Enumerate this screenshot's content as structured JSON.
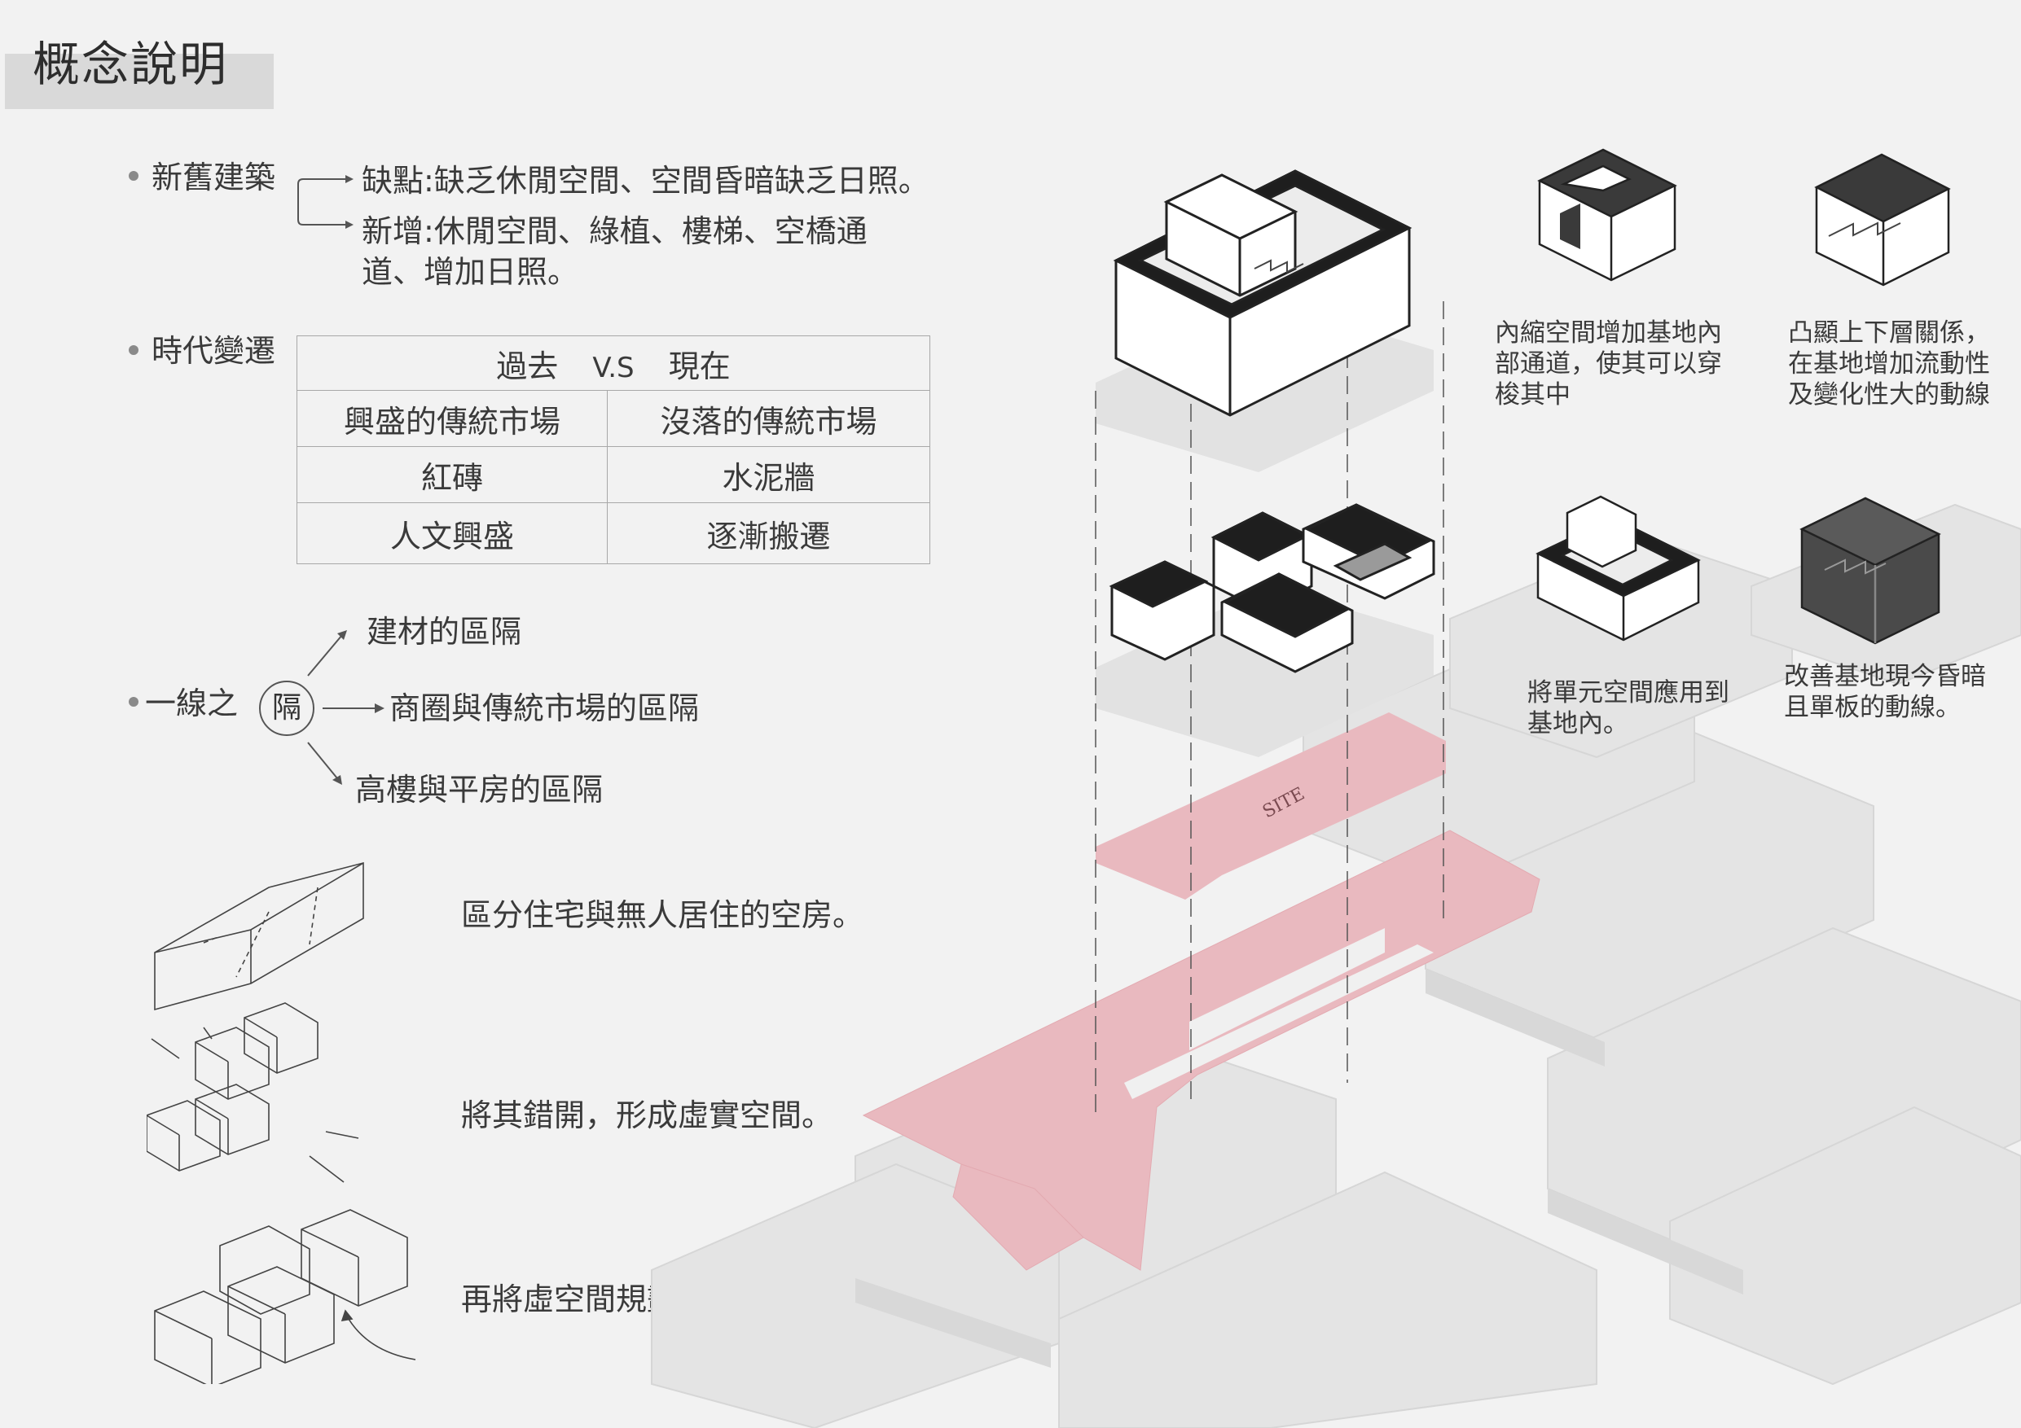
{
  "title": "概念說明",
  "old_new": {
    "label": "新舊建築",
    "weakness": "缺點:缺乏休閒空間、空間昏暗缺乏日照。",
    "addition_line1": "新增:休閒空間、綠植、樓梯、空橋通",
    "addition_line2": "道、增加日照。"
  },
  "era": {
    "label": "時代變遷",
    "header_past": "過去",
    "header_vs": "V.S",
    "header_now": "現在",
    "rows": [
      {
        "past": "興盛的傳統市場",
        "now": "沒落的傳統市場"
      },
      {
        "past": "紅磚",
        "now": "水泥牆"
      },
      {
        "past": "人文興盛",
        "now": "逐漸搬遷"
      }
    ]
  },
  "separation": {
    "prefix": "一線之",
    "circled": "隔",
    "branch_top": "建材的區隔",
    "branch_mid": "商圈與傳統市場的區隔",
    "branch_bottom": "高樓與平房的區隔"
  },
  "steps": [
    "區分住宅與無人居住的空房。",
    "將其錯開，形成虛實空間。",
    "再將虛空間規劃為休閒空間。"
  ],
  "captions": {
    "inset": [
      "內縮空間增加基地內",
      "部通道，使其可以穿",
      "梭其中"
    ],
    "protrude": [
      "凸顯上下層關係，",
      "在基地增加流動性",
      "及變化性大的動線"
    ],
    "unit": [
      "將單元空間應用到",
      "基地內。"
    ],
    "improve": [
      "改善基地現今昏暗",
      "且單板的動線。"
    ]
  },
  "site_label": "SITE",
  "colors": {
    "background": "#f2f2f2",
    "title_bar": "#d9d9d9",
    "site_pink": "#e9b9bf",
    "roof_dark": "#1e1e1e",
    "cube_dark": "#4a4a4a"
  }
}
